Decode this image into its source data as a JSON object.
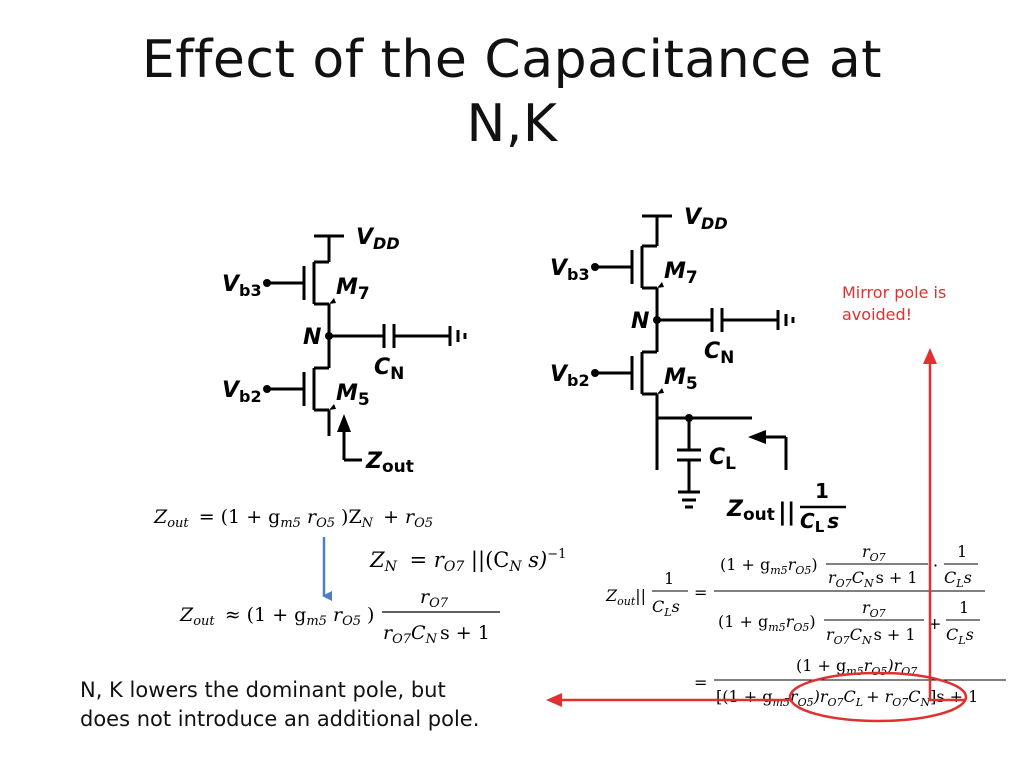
{
  "slide": {
    "title_line1": "Effect of the Capacitance at",
    "title_line2": "N,K",
    "callout_line1": "Mirror pole is",
    "callout_line2": "avoided!",
    "caption_line1": "N, K lowers the dominant pole, but",
    "caption_line2": "does not introduce an additional pole."
  },
  "colors": {
    "callout_red": "#e03030",
    "arrow_blue": "#4a7fc1",
    "wire": "#000000"
  },
  "left_circuit": {
    "vdd": "V",
    "vdd_sub": "DD",
    "vb3": "V",
    "vb3_sub": "b3",
    "vb2": "V",
    "vb2_sub": "b2",
    "m7": "M",
    "m7_sub": "7",
    "m5": "M",
    "m5_sub": "5",
    "node": "N",
    "cap": "C",
    "cap_sub": "N",
    "zout": "Z",
    "zout_sub": "out"
  },
  "right_circuit": {
    "vdd": "V",
    "vdd_sub": "DD",
    "vb3": "V",
    "vb3_sub": "b3",
    "vb2": "V",
    "vb2_sub": "b2",
    "m7": "M",
    "m7_sub": "7",
    "m5": "M",
    "m5_sub": "5",
    "node": "N",
    "cap": "C",
    "cap_sub": "N",
    "cl": "C",
    "cl_sub": "L",
    "zout": "Z",
    "zout_sub": "out",
    "par": "||",
    "frac_num": "1",
    "frac_den": "C",
    "frac_den_sub": "L",
    "frac_den_s": "s"
  },
  "equations": {
    "eq1_lhs": "Z",
    "eq1_lhs_sub": "out",
    "eq1_rhs": "= (1 + g",
    "eq1_gm_sub": "m5",
    "eq1_r": "r",
    "eq1_r_sub": "O5",
    "eq1_tail": ")Z",
    "eq1_zn_sub": "N",
    "eq1_plus": "+ r",
    "eq1_ro5_sub": "O5",
    "eq2_lhs": "Z",
    "eq2_lhs_sub": "N",
    "eq2_rhs": "= r",
    "eq2_r_sub": "O7",
    "eq2_par": "||(C",
    "eq2_c_sub": "N",
    "eq2_s": "s)",
    "eq2_exp": "−1",
    "eq3_lhs": "Z",
    "eq3_lhs_sub": "out",
    "eq3_approx": "≈ (1 + g",
    "eq3_gm_sub": "m5",
    "eq3_r": "r",
    "eq3_r_sub": "O5",
    "eq3_close": ")",
    "eq3_num": "r",
    "eq3_num_sub": "O7",
    "eq3_den": "r",
    "eq3_den_sub": "O7",
    "eq3_den_c": "C",
    "eq3_den_c_sub": "N",
    "eq3_den_tail": "s + 1",
    "big_lhs": "Z",
    "big_lhs_sub": "out",
    "big_par": "||",
    "big_one": "1",
    "big_cls": "C",
    "big_cls_sub": "L",
    "big_s": "s",
    "big_eq": "=",
    "big_top_a": "(1 + g",
    "big_top_a_sub": "m5",
    "big_top_a_r": "r",
    "big_top_a_r_sub": "O5",
    "big_top_a_close": ")",
    "big_ro7": "r",
    "big_ro7_sub": "O7",
    "big_ro7cn": "r",
    "big_ro7cn_sub": "O7",
    "big_ro7cn_c": "C",
    "big_ro7cn_c_sub": "N",
    "big_ro7cn_tail": "s + 1",
    "big_dot": "·",
    "big_bot_plus": "+",
    "final_eq": "=",
    "final_num": "(1 + g",
    "final_num_sub": "m5",
    "final_num_r": "r",
    "final_num_r_sub": "O5",
    "final_num_tail": ")r",
    "final_num_tail_sub": "O7",
    "final_den_open": "[(1 + g",
    "final_den_sub": "m5",
    "final_den_r": "r",
    "final_den_r_sub": "O5",
    "final_den_mid": ")r",
    "final_den_mid_sub": "O7",
    "final_den_c": "C",
    "final_den_c_sub": "L",
    "final_den_plus": "+ r",
    "final_den_plus_sub": "O7",
    "final_den_cn": "C",
    "final_den_cn_sub": "N",
    "final_den_close": "]s + 1"
  }
}
